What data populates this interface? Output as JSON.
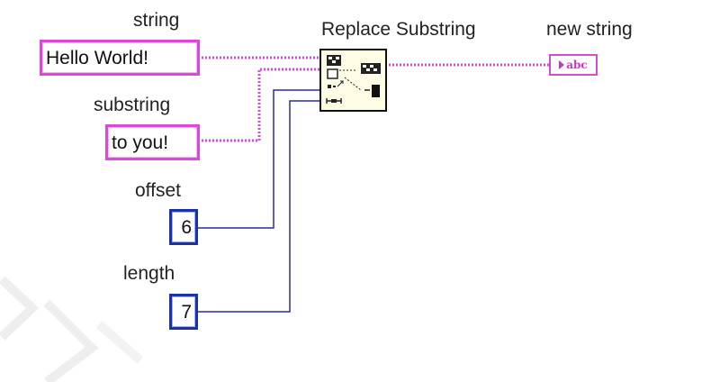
{
  "inputs": {
    "string": {
      "label": "string",
      "value": "Hello World!"
    },
    "substring": {
      "label": "substring",
      "value": "to you!"
    },
    "offset": {
      "label": "offset",
      "value": "6"
    },
    "length": {
      "label": "length",
      "value": "7"
    }
  },
  "function_node": {
    "label": "Replace Substring",
    "icon": "replace-substring-icon"
  },
  "output": {
    "label": "new string",
    "display": "abc"
  },
  "colors": {
    "string_wire": "#d94ad9",
    "numeric_wire": "#1c33a8",
    "node_fill": "#fffde6"
  }
}
